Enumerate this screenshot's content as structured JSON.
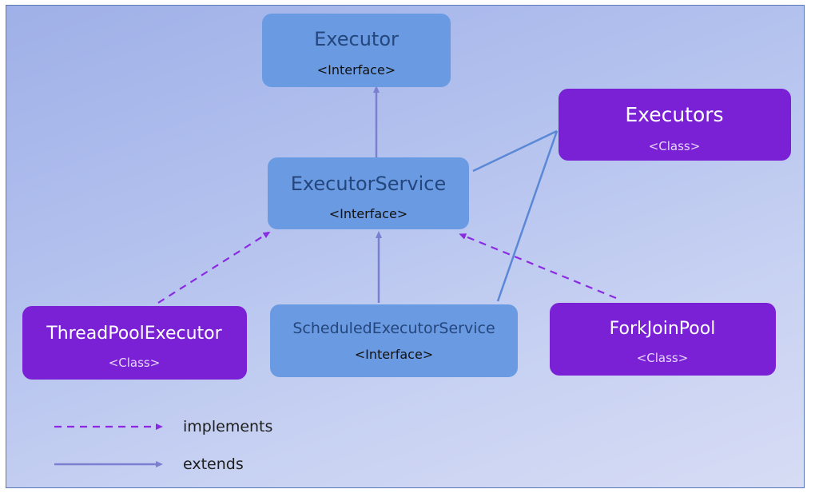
{
  "colors": {
    "interface_fill": "#6a9be2",
    "interface_title_text": "#24467d",
    "interface_stereo_text": "#111111",
    "class_fill": "#7a21d6",
    "class_title_text": "#ffffff",
    "class_stereo_text": "#e6d6fa",
    "implements_line": "#8a2be2",
    "extends_line": "#7b7fd0",
    "plain_line": "#5b88d6",
    "background_start": "#9fb0e8",
    "background_end": "#d7dcf4",
    "border": "#5a77b8"
  },
  "nodes": {
    "executor": {
      "title": "Executor",
      "stereotype": "<Interface>",
      "kind": "interface"
    },
    "executor_service": {
      "title": "ExecutorService",
      "stereotype": "<Interface>",
      "kind": "interface"
    },
    "executors": {
      "title": "Executors",
      "stereotype": "<Class>",
      "kind": "class"
    },
    "thread_pool_executor": {
      "title": "ThreadPoolExecutor",
      "stereotype": "<Class>",
      "kind": "class"
    },
    "scheduled_executor_service": {
      "title": "ScheduledExecutorService",
      "stereotype": "<Interface>",
      "kind": "interface"
    },
    "fork_join_pool": {
      "title": "ForkJoinPool",
      "stereotype": "<Class>",
      "kind": "class"
    }
  },
  "edges": [
    {
      "from": "executor_service",
      "to": "executor",
      "type": "extends"
    },
    {
      "from": "scheduled_executor_service",
      "to": "executor_service",
      "type": "extends"
    },
    {
      "from": "thread_pool_executor",
      "to": "executor_service",
      "type": "implements"
    },
    {
      "from": "fork_join_pool",
      "to": "executor_service",
      "type": "implements"
    },
    {
      "from": "executors",
      "to": "executor_service",
      "type": "association"
    },
    {
      "from": "executors",
      "to": "scheduled_executor_service",
      "type": "association"
    }
  ],
  "legend": {
    "implements": "implements",
    "extends": "extends"
  }
}
